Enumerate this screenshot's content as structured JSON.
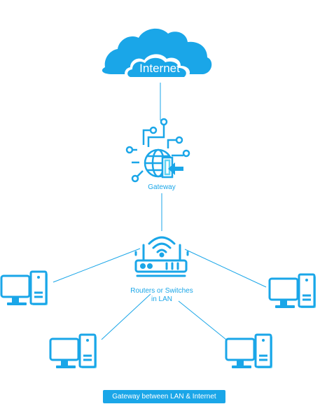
{
  "nodes": {
    "internet_label": "Internet",
    "gateway_label": "Gateway",
    "router_label_line1": "Routers or Switches",
    "router_label_line2": "in LAN"
  },
  "caption": "Gateway between LAN & Internet",
  "colors": {
    "primary": "#1aa6e8",
    "secondary": "#5fd3f3",
    "background": "#ffffff"
  },
  "icons": [
    "cloud-icon",
    "gateway-globe-icon",
    "wifi-router-icon",
    "desktop-computer-icon"
  ]
}
